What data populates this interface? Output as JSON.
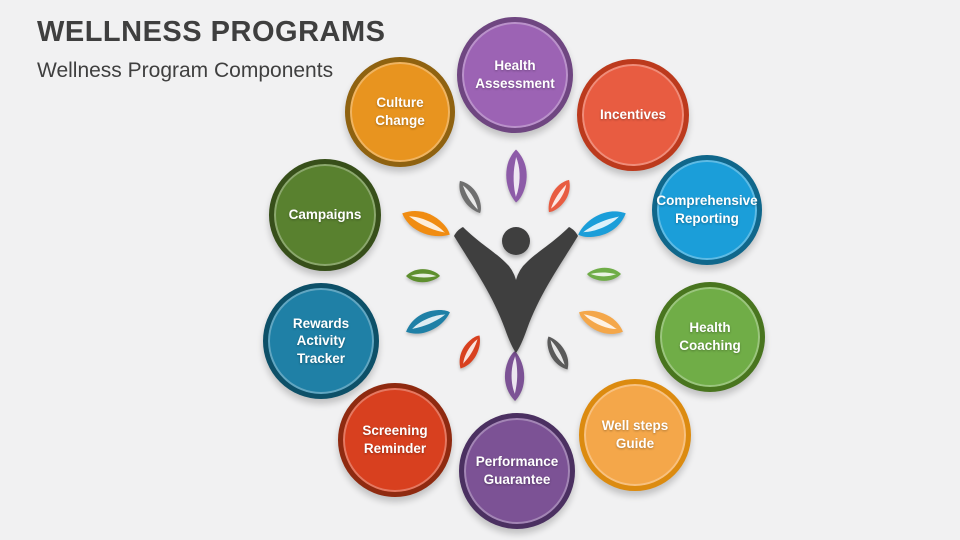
{
  "slide": {
    "title": "WELLNESS PROGRAMS",
    "subtitle": "Wellness Program Components",
    "background": "#F1F1F2",
    "title_color": "#3F3F3F"
  },
  "components": [
    {
      "label": "Health Assessment",
      "fill": "#9C63B4",
      "border": "#6F4681"
    },
    {
      "label": "Incentives",
      "fill": "#E85C41",
      "border": "#BC3A1D"
    },
    {
      "label": "Comprehensive Reporting",
      "fill": "#1B9ED9",
      "border": "#10678B"
    },
    {
      "label": "Health Coaching",
      "fill": "#70AD47",
      "border": "#49751F"
    },
    {
      "label": "Well steps Guide",
      "fill": "#F4A74A",
      "border": "#DC8B10"
    },
    {
      "label": "Performance Guarantee",
      "fill": "#7C5295",
      "border": "#4B3061"
    },
    {
      "label": "Screening Reminder",
      "fill": "#D8401F",
      "border": "#8F2A10"
    },
    {
      "label": "Rewards Activity Tracker",
      "fill": "#1F80A6",
      "border": "#0D5068"
    },
    {
      "label": "Campaigns",
      "fill": "#59812F",
      "border": "#374F1A"
    },
    {
      "label": "Culture Change",
      "fill": "#E8941F",
      "border": "#8F6210"
    }
  ],
  "center_figure": {
    "icon": "person-leaves-icon",
    "color": "#3F3F3F"
  },
  "leaves": [
    {
      "name": "leaf-top",
      "color": "#8D5BA8"
    },
    {
      "name": "leaf-top-left",
      "color": "#6F6F6F"
    },
    {
      "name": "leaf-top-right",
      "color": "#E85C41"
    },
    {
      "name": "leaf-upper-left",
      "color": "#F08C12"
    },
    {
      "name": "leaf-upper-right",
      "color": "#1B9ED9"
    },
    {
      "name": "leaf-mid-left",
      "color": "#5E8F2E"
    },
    {
      "name": "leaf-mid-right",
      "color": "#6FAD47"
    },
    {
      "name": "leaf-lower-left",
      "color": "#1F80A6"
    },
    {
      "name": "leaf-lower-right",
      "color": "#F4A74A"
    },
    {
      "name": "leaf-bottom-left",
      "color": "#D8401F"
    },
    {
      "name": "leaf-bottom-right",
      "color": "#5A5A5A"
    },
    {
      "name": "leaf-bottom",
      "color": "#7C5295"
    }
  ]
}
